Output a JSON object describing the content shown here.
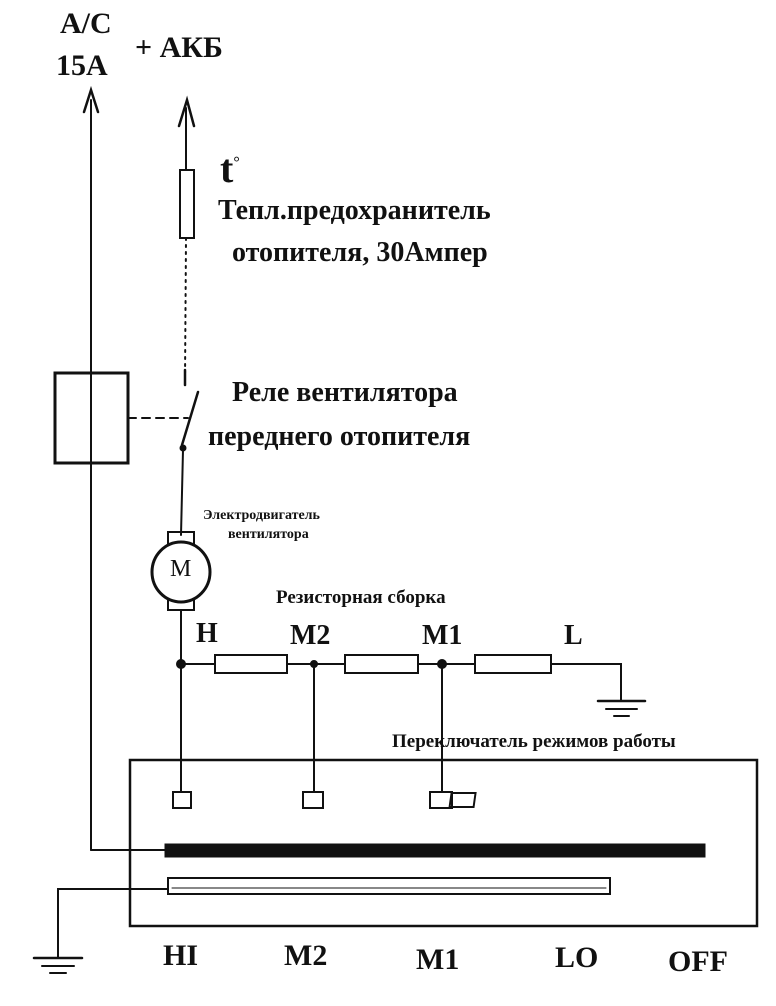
{
  "supply": {
    "ac_line1": "A/C",
    "ac_line2": "15A",
    "battery": "+ АКБ"
  },
  "thermal_fuse": {
    "symbol": "t",
    "line1": "Тепл.предохранитель",
    "line2": "отопителя, 30Ампер"
  },
  "relay": {
    "line1": "Реле вентилятора",
    "line2": "переднего отопителя"
  },
  "motor": {
    "line1": "Электродвигатель",
    "line2": "вентилятора",
    "symbol": "M"
  },
  "resistor_pack": {
    "title": "Резисторная сборка",
    "taps": [
      "H",
      "M2",
      "M1",
      "L"
    ]
  },
  "switch": {
    "title": "Переключатель режимов работы",
    "positions": [
      "HI",
      "M2",
      "M1",
      "LO",
      "OFF"
    ]
  },
  "colors": {
    "ink": "#111111",
    "background": "#ffffff"
  }
}
